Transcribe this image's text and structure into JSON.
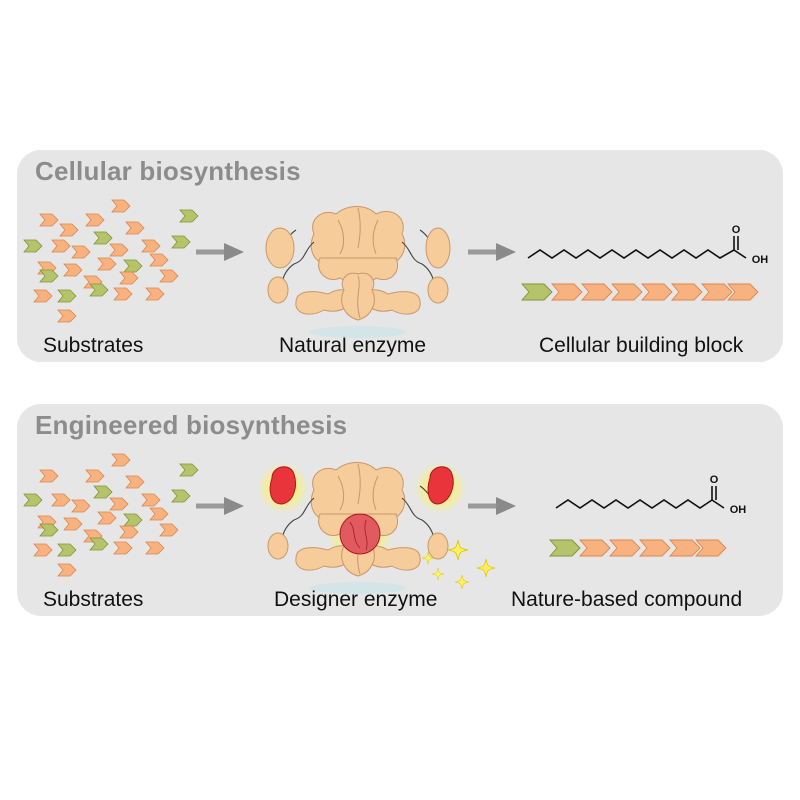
{
  "panels": [
    {
      "title": "Cellular biosynthesis",
      "input_label": "Substrates",
      "enzyme_label": "Natural enzyme",
      "product_label": "Cellular building block",
      "product_group": "OH"
    },
    {
      "title": "Engineered biosynthesis",
      "input_label": "Substrates",
      "enzyme_label": "Designer enzyme",
      "product_label": "Nature-based compound",
      "product_group": "OH"
    }
  ],
  "colors": {
    "panel_bg": "#e6e6e6",
    "title": "#8c8c8c",
    "substrate_orange": "#f7b27f",
    "substrate_green": "#b5c46a",
    "enzyme_body": "#f5cc9a",
    "designer_domain": "#e8343a",
    "glow": "#fff35c",
    "arrow": "#8a8a8a"
  },
  "icons": {
    "substrate": "chevron-block-icon",
    "arrow": "right-arrow-icon",
    "enzyme": "enzyme-complex-icon",
    "molecule": "fatty-acid-structure-icon",
    "sparkle": "sparkle-icon"
  }
}
